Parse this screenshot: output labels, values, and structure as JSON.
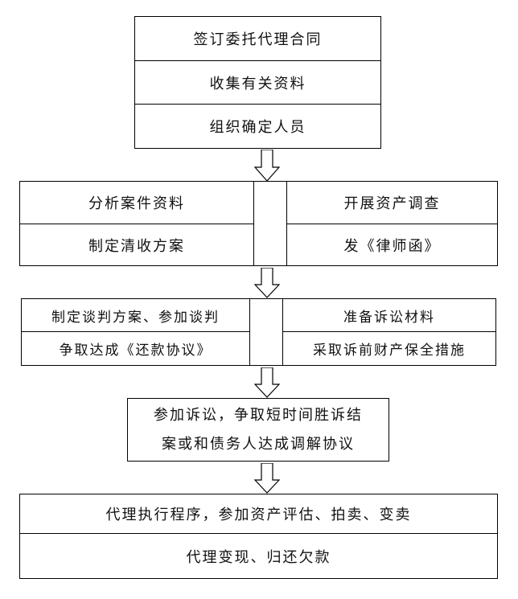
{
  "step1": {
    "rows": [
      "签订委托代理合同",
      "收集有关资料",
      "组织确定人员"
    ]
  },
  "step2": {
    "left": [
      "分析案件资料",
      "制定清收方案"
    ],
    "right": [
      "开展资产调查",
      "发《律师函》"
    ]
  },
  "step3": {
    "left": [
      "制定谈判方案、参加谈判",
      "争取达成《还款协议》"
    ],
    "right": [
      "准备诉讼材料",
      "采取诉前财产保全措施"
    ]
  },
  "step4": {
    "lines": [
      "参加诉讼，争取短时间胜诉结",
      "案或和债务人达成调解协议"
    ]
  },
  "step5": {
    "rows": [
      "代理执行程序，参加资产评估、拍卖、变卖",
      "代理变现、归还欠款"
    ]
  },
  "colors": {
    "line": "#000000",
    "background": "#ffffff"
  },
  "icons": {
    "flow_arrow": "down-arrow-icon"
  }
}
